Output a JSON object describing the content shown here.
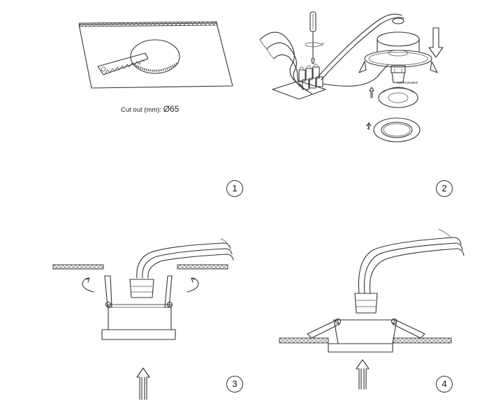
{
  "step1": {
    "caption_prefix": "Cut out (mm): ",
    "caption_value": "Ø65",
    "number": "1"
  },
  "step2": {
    "note": "not included",
    "number": "2"
  },
  "step3": {
    "number": "3"
  },
  "step4": {
    "number": "4"
  }
}
